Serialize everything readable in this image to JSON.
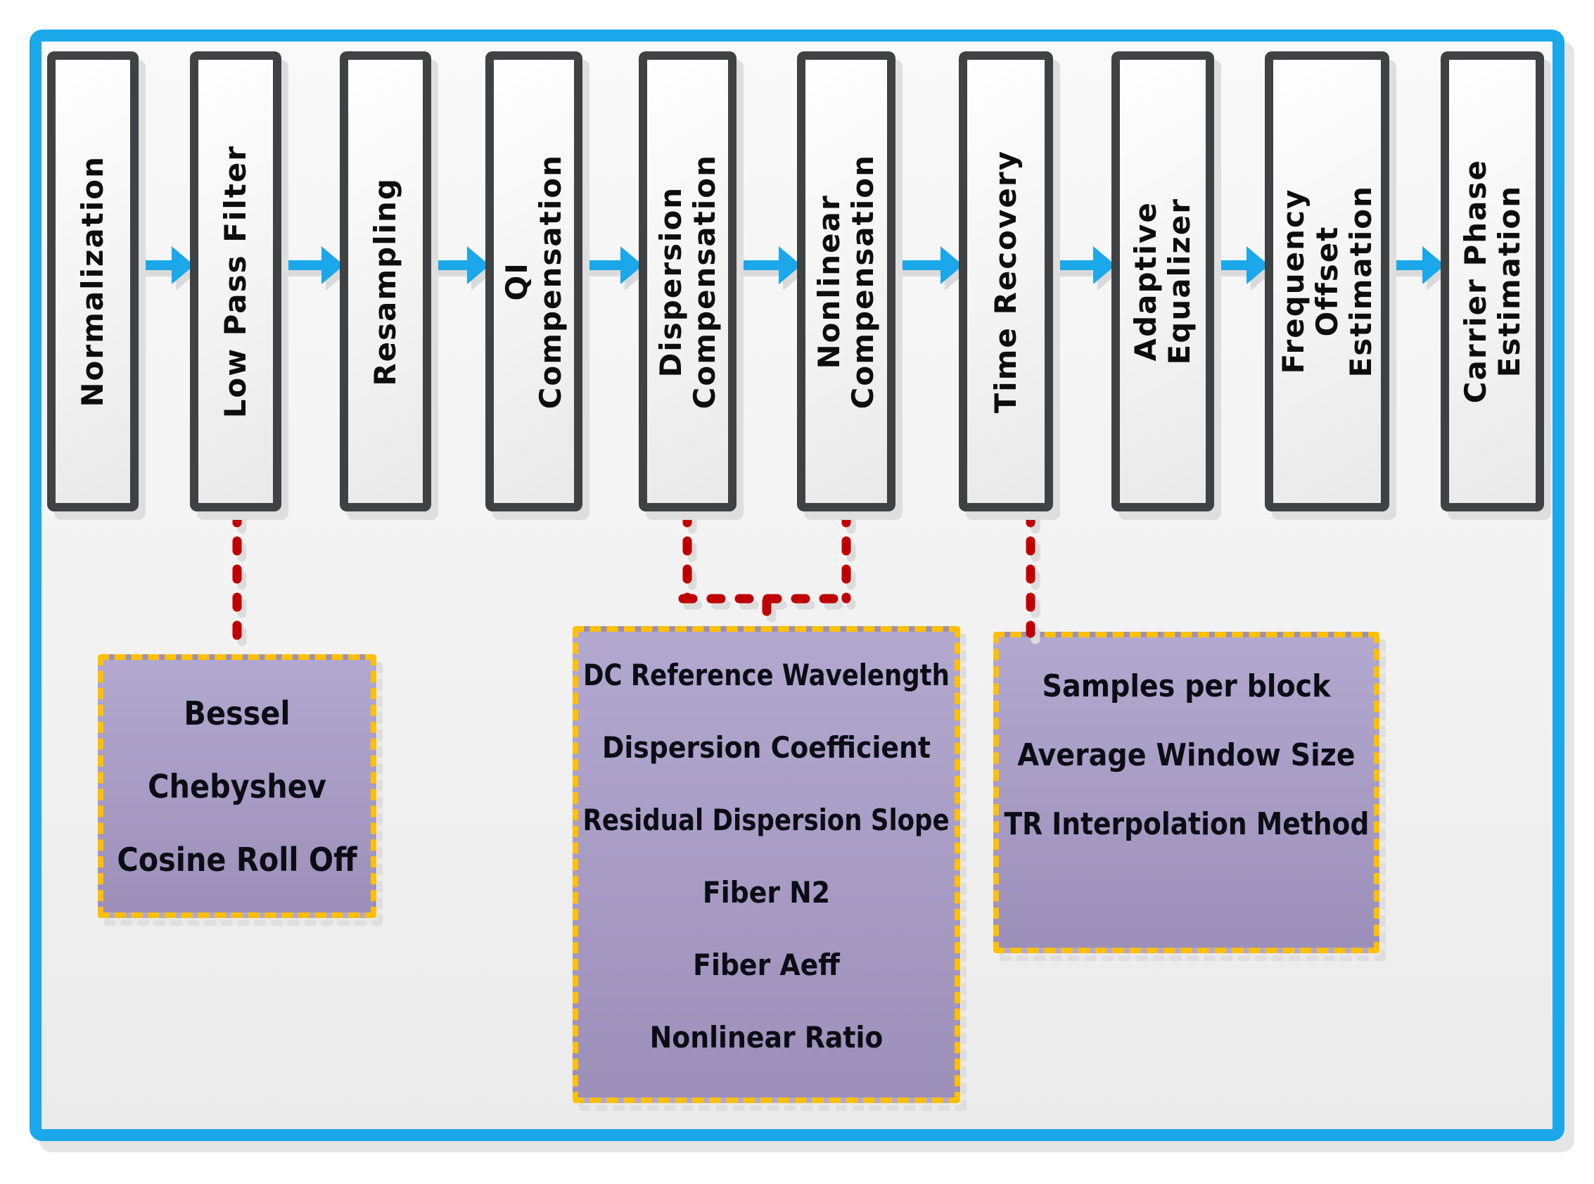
{
  "diagram": {
    "stages": [
      {
        "label": "Normalization"
      },
      {
        "label": "Low Pass Filter"
      },
      {
        "label": "Resampling"
      },
      {
        "label": "QI\nCompensation"
      },
      {
        "label": "Dispersion\nCompensation"
      },
      {
        "label": "Nonlinear\nCompensation"
      },
      {
        "label": "Time Recovery"
      },
      {
        "label": "Adaptive\nEqualizer"
      },
      {
        "label": "Frequency\nOffset\nEstimation"
      },
      {
        "label": "Carrier Phase\nEstimation"
      }
    ],
    "param_boxes": [
      {
        "title": "low-pass-filter-options",
        "lines": [
          "Bessel",
          "Chebyshev",
          "Cosine Roll Off"
        ]
      },
      {
        "title": "dispersion-nonlinear-parameters",
        "lines": [
          "DC Reference Wavelength",
          "Dispersion Coefficient",
          "Residual Dispersion Slope",
          "Fiber N2",
          "Fiber Aeff",
          "Nonlinear Ratio"
        ]
      },
      {
        "title": "time-recovery-parameters",
        "lines": [
          "Samples per block",
          "Average Window Size",
          "TR Interpolation Method"
        ]
      }
    ],
    "colors": {
      "frame_blue": "#1aa8ea",
      "arrow_blue": "#1aa8ea",
      "connector_red": "#c00000",
      "param_border_yellow": "#ffc000",
      "param_fill_purple": "#a79bc4",
      "stage_border_gray": "#3f4142"
    }
  }
}
